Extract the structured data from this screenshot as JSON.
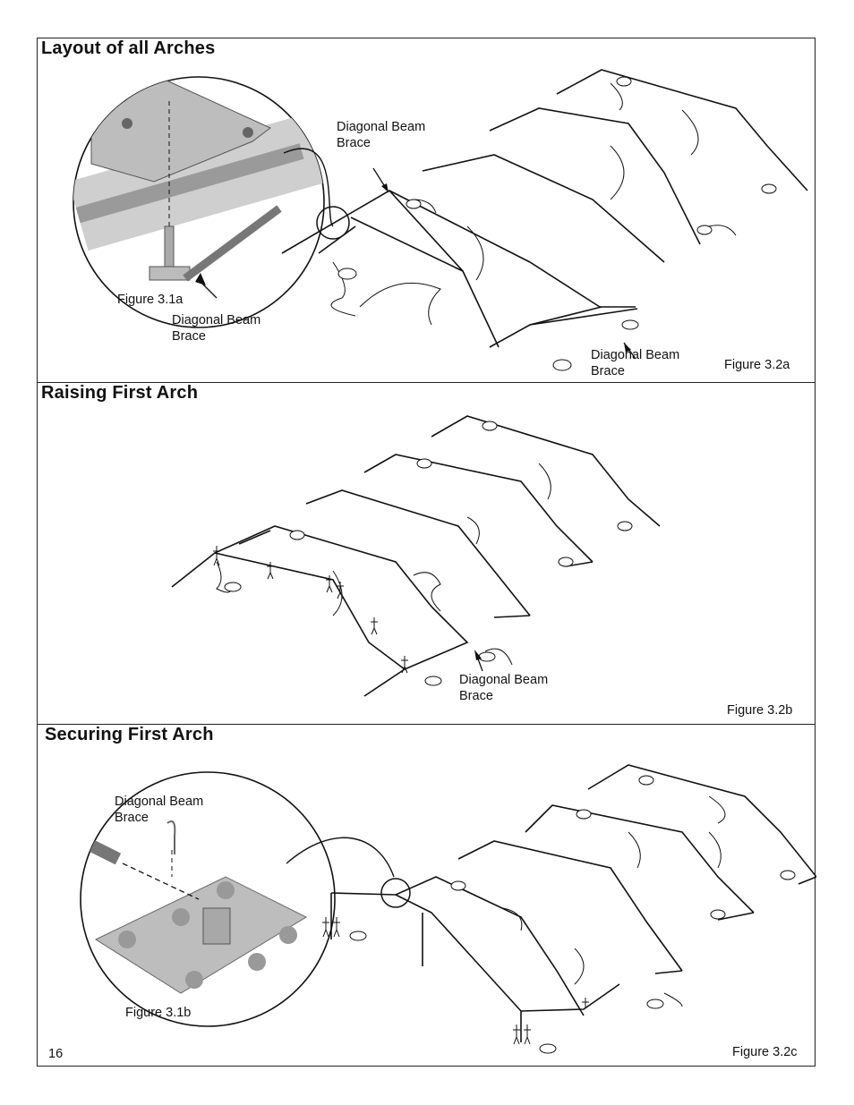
{
  "page_number": "16",
  "sections": [
    {
      "heading": "Layout of all Arches",
      "callouts": [
        "Diagonal Beam",
        "Brace",
        "Diagonal Beam",
        "Brace",
        "Diagonal Beam",
        "Brace"
      ],
      "figures": [
        "Figure 3.1a",
        "Figure 3.2a"
      ]
    },
    {
      "heading": "Raising First Arch",
      "callouts": [
        "Diagonal Beam",
        "Brace"
      ],
      "figures": [
        "Figure 3.2b"
      ]
    },
    {
      "heading": "Securing First Arch",
      "callouts": [
        "Diagonal Beam",
        "Brace"
      ],
      "figures": [
        "Figure 3.1b",
        "Figure 3.2c"
      ]
    }
  ]
}
